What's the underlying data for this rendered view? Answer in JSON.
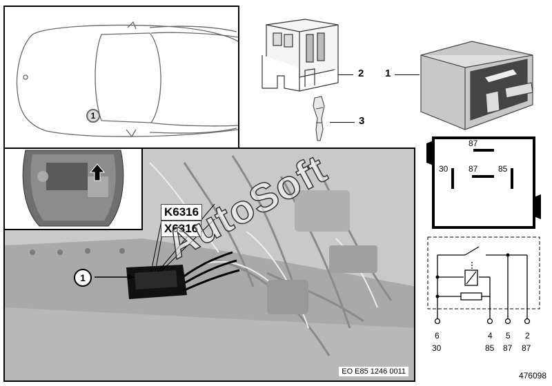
{
  "car_view": {
    "marker": "1"
  },
  "callouts": {
    "part2": "2",
    "part1": "1",
    "part3": "3",
    "photo_marker": "1"
  },
  "relay_face": {
    "pin_top": "87",
    "pin_left": "30",
    "pin_mid": "87",
    "pin_right": "85"
  },
  "photo": {
    "label_k": "K6316",
    "label_x": "X6316",
    "ref": "EO E85 1246 0011"
  },
  "watermark": "AutoSoft",
  "schematic": {
    "pins": [
      {
        "num": "6",
        "term": "30"
      },
      {
        "num": "4",
        "term": "85"
      },
      {
        "num": "5",
        "term": "87"
      },
      {
        "num": "2",
        "term": "87"
      }
    ]
  },
  "diagram_number": "476098"
}
